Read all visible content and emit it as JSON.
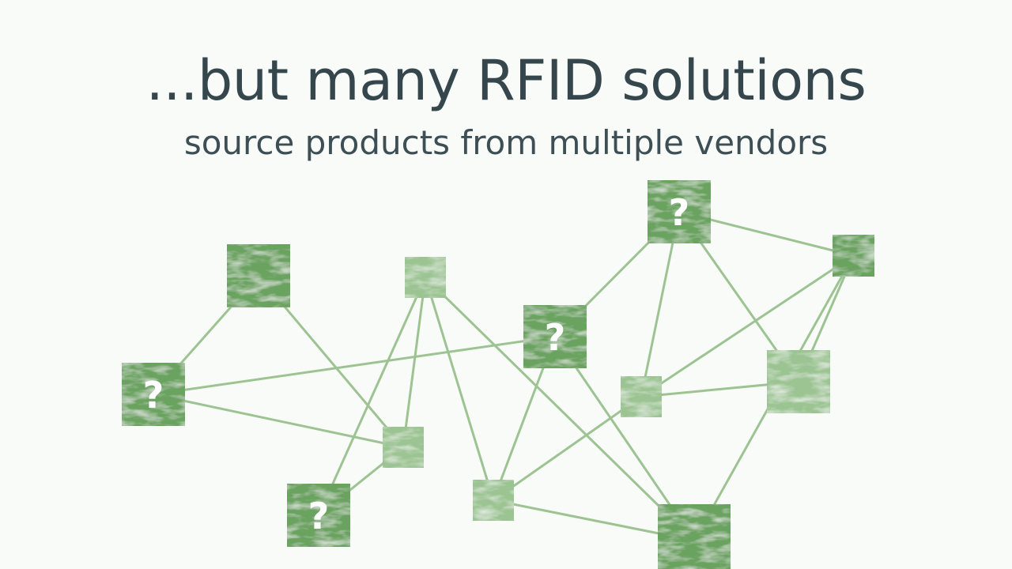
{
  "slide": {
    "title": "...but many RFID solutions",
    "subtitle": "source products from multiple vendors"
  },
  "network": {
    "unknown_mark": "?",
    "colors": {
      "dark_node": "#6aa35e",
      "light_node": "#9cc493",
      "edge": "#9dc393",
      "mark": "#ffffff"
    },
    "nodes": [
      {
        "id": "n1",
        "tone": "dark",
        "unknown": false
      },
      {
        "id": "n2",
        "tone": "dark",
        "unknown": true
      },
      {
        "id": "n3",
        "tone": "light",
        "unknown": false
      },
      {
        "id": "n4",
        "tone": "dark",
        "unknown": true
      },
      {
        "id": "n5",
        "tone": "light",
        "unknown": false
      },
      {
        "id": "n6",
        "tone": "dark",
        "unknown": true
      },
      {
        "id": "n7",
        "tone": "light",
        "unknown": false
      },
      {
        "id": "n8",
        "tone": "dark",
        "unknown": true
      },
      {
        "id": "n9",
        "tone": "light",
        "unknown": false
      },
      {
        "id": "n10",
        "tone": "dark",
        "unknown": false
      },
      {
        "id": "n11",
        "tone": "light",
        "unknown": false
      },
      {
        "id": "n12",
        "tone": "dark",
        "unknown": false
      }
    ],
    "edges": [
      [
        "n1",
        "n2"
      ],
      [
        "n1",
        "n5"
      ],
      [
        "n2",
        "n6"
      ],
      [
        "n2",
        "n5"
      ],
      [
        "n3",
        "n5"
      ],
      [
        "n3",
        "n4"
      ],
      [
        "n3",
        "n7"
      ],
      [
        "n3",
        "n12"
      ],
      [
        "n4",
        "n5"
      ],
      [
        "n6",
        "n7"
      ],
      [
        "n6",
        "n8"
      ],
      [
        "n6",
        "n12"
      ],
      [
        "n7",
        "n9"
      ],
      [
        "n7",
        "n12"
      ],
      [
        "n8",
        "n9"
      ],
      [
        "n8",
        "n11"
      ],
      [
        "n8",
        "n10"
      ],
      [
        "n9",
        "n11"
      ],
      [
        "n9",
        "n10"
      ],
      [
        "n10",
        "n11"
      ],
      [
        "n10",
        "n12"
      ]
    ]
  }
}
